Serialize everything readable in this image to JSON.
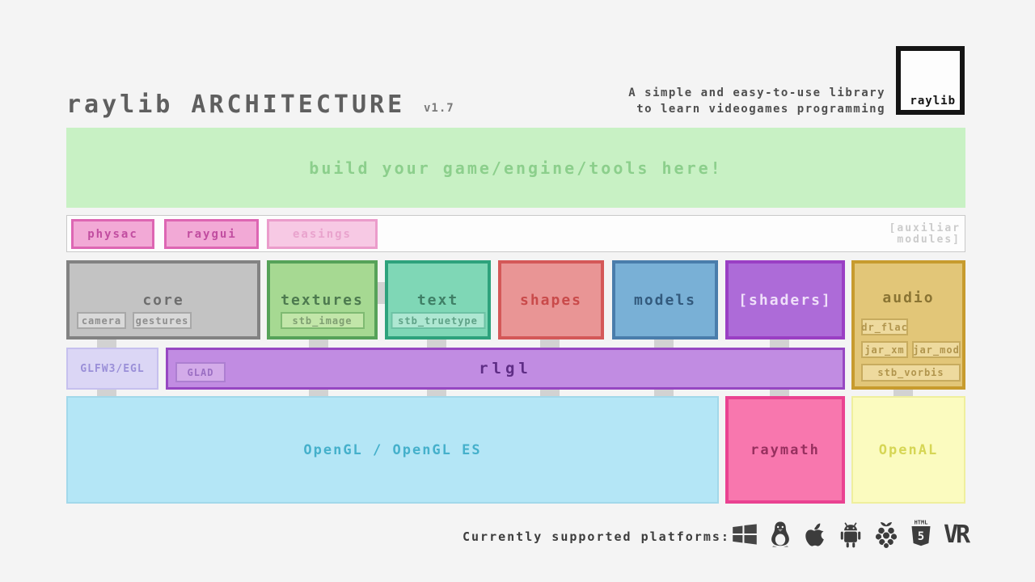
{
  "header": {
    "title": "raylib ARCHITECTURE",
    "version": "v1.7",
    "tagline_line1": "A simple and easy-to-use library",
    "tagline_line2": "to learn videogames programming",
    "logo_text": "raylib"
  },
  "banner": {
    "label": "build your game/engine/tools here!"
  },
  "aux": {
    "items": [
      {
        "label": "physac"
      },
      {
        "label": "raygui"
      },
      {
        "label": "easings"
      }
    ],
    "note_line1": "[auxiliar",
    "note_line2": "modules]"
  },
  "modules": {
    "core": {
      "label": "core",
      "sub1": "camera",
      "sub2": "gestures"
    },
    "textures": {
      "label": "textures",
      "sub1": "stb_image"
    },
    "text": {
      "label": "text",
      "sub1": "stb_truetype"
    },
    "shapes": {
      "label": "shapes"
    },
    "models": {
      "label": "models"
    },
    "shaders": {
      "label": "[shaders]"
    },
    "audio": {
      "label": "audio",
      "sub1": "dr_flac",
      "sub2": "jar_xm",
      "sub3": "jar_mod",
      "sub4": "stb_vorbis"
    }
  },
  "glue": {
    "glfw": "GLFW3/EGL",
    "rlgl": "rlgl",
    "glad": "GLAD"
  },
  "base": {
    "opengl": "OpenGL / OpenGL ES",
    "raymath": "raymath",
    "openal": "OpenAL"
  },
  "footer": {
    "label": "Currently supported platforms:",
    "platforms": [
      "windows",
      "linux",
      "apple",
      "android",
      "raspberry-pi",
      "html5",
      "vr"
    ],
    "html5_top": "HTML",
    "html5_number": "5",
    "vr_label": "VR"
  },
  "colors": {
    "background": "#f4f4f4",
    "banner_green": "#c8f1c4",
    "pink_accent": "#dd66b3",
    "gray_core": "#828282",
    "green_textures": "#56a259",
    "teal_text": "#2ea27c",
    "red_shapes": "#d45858",
    "blue_models": "#4a7dab",
    "purple_shaders": "#9a3fc4",
    "gold_audio": "#c79b2e",
    "purple_rlgl": "#9747c2",
    "blue_opengl": "#b4e6f6",
    "pink_raymath": "#ea4291",
    "yellow_openal": "#fbfbbf"
  }
}
